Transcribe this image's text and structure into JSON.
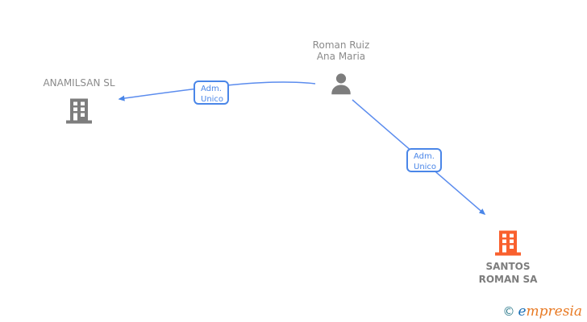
{
  "diagram": {
    "person": {
      "name": "Roman Ruiz Ana Maria"
    },
    "company_left": {
      "name": "ANAMILSAN SL"
    },
    "company_right": {
      "name": "SANTOS ROMAN SA"
    },
    "edges": [
      {
        "from": "Roman Ruiz Ana Maria",
        "to": "ANAMILSAN SL",
        "label": "Adm. Unico"
      },
      {
        "from": "Roman Ruiz Ana Maria",
        "to": "SANTOS ROMAN SA",
        "label": "Adm. Unico"
      }
    ]
  },
  "footer": {
    "copyright_symbol": "©",
    "brand_e": "e",
    "brand_rest": "mpresia"
  },
  "colors": {
    "edge_blue": "#5b8cee",
    "arrowhead_blue": "#4a86e8",
    "label_border_blue": "#4a86e8",
    "node_gray": "#7d7d7d",
    "node_orange": "#f9602e",
    "brand_blue": "#1a6fb5",
    "brand_orange": "#e87a24",
    "brand_teal": "#2b7a8c"
  }
}
